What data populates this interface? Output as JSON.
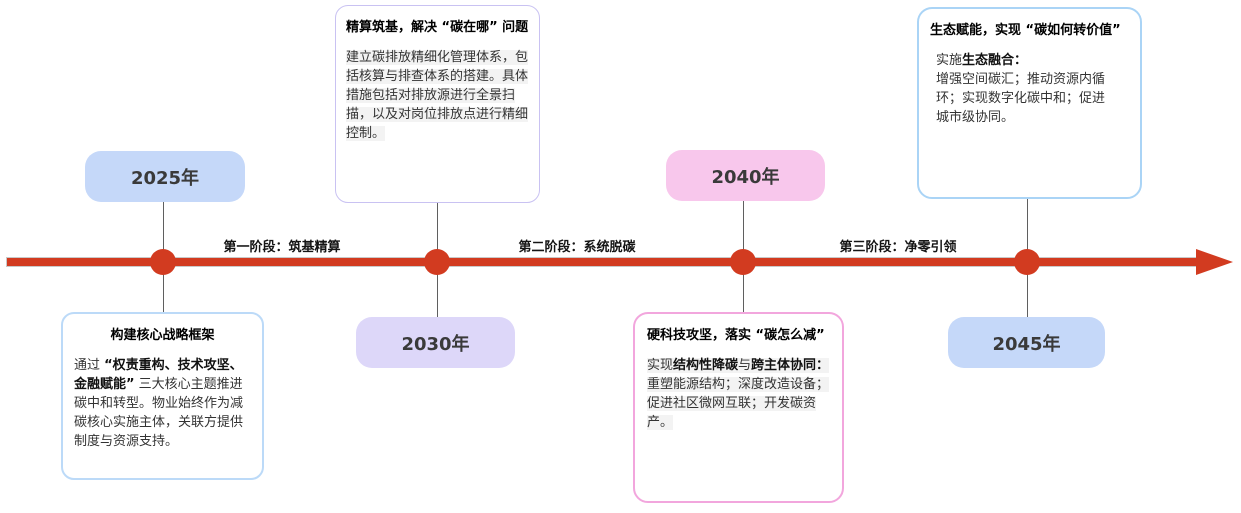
{
  "diagram": {
    "type": "timeline",
    "colors": {
      "axis": "#d23b20",
      "dot": "#d23b20",
      "badge_blue": "#c5d8f9",
      "badge_purple": "#ddd7f9",
      "badge_pink": "#f8c7ec",
      "card_border_purple": "#c9c2f2",
      "card_border_blue": "#aad4f6",
      "card_border_light_blue": "#bcdaf8",
      "card_border_pink": "#f2a6dd"
    },
    "phases": [
      {
        "label": "第一阶段：筑基精算"
      },
      {
        "label": "第二阶段：系统脱碳"
      },
      {
        "label": "第三阶段：净零引领"
      }
    ],
    "milestones": [
      {
        "year": "2025年",
        "badge_color": "#c5d8f9",
        "badge_position": "above-line"
      },
      {
        "year": "2030年",
        "badge_color": "#ddd7f9",
        "badge_position": "below-line"
      },
      {
        "year": "2040年",
        "badge_color": "#f8c7ec",
        "badge_position": "above-line"
      },
      {
        "year": "2045年",
        "badge_color": "#c5d8f9",
        "badge_position": "below-line"
      }
    ],
    "cards": {
      "strategy": {
        "position": "bottom-left",
        "title": "构建核心战略框架",
        "body": {
          "seg1": "通过 ",
          "seg2_bold": "“权责重构、技术攻坚、金融赋能”",
          "seg3": " 三大核心主题推进碳中和转型。物业始终作为减碳核心实施主体，关联方提供制度与资源支持。"
        }
      },
      "accounting": {
        "position": "top-middle",
        "title": "精算筑基，解决 “碳在哪” 问题",
        "body": {
          "seg1": "建立碳排放精细化管理体系，包括核算与排查体系的搭建。具体措施包括对排放源进行全景扫描，以及对岗位排放点进行精细控制。"
        }
      },
      "tech": {
        "position": "bottom-middle",
        "title": "硬科技攻坚，落实 “碳怎么减”",
        "body": {
          "seg1": "实现",
          "seg2_bold": "结构性降碳",
          "seg3": "与",
          "seg4_bold": "跨主体协同：",
          "seg5": "重塑能源结构；深度改造设备；促进社区微网互联；开发碳资产。"
        }
      },
      "eco": {
        "position": "top-right",
        "title": "生态赋能，实现 “碳如何转价值”",
        "body": {
          "seg1": "实施",
          "seg2_bold": "生态融合：",
          "seg3": "增强空间碳汇；推动资源内循环；实现数字化碳中和；促进城市级协同。"
        }
      }
    }
  }
}
